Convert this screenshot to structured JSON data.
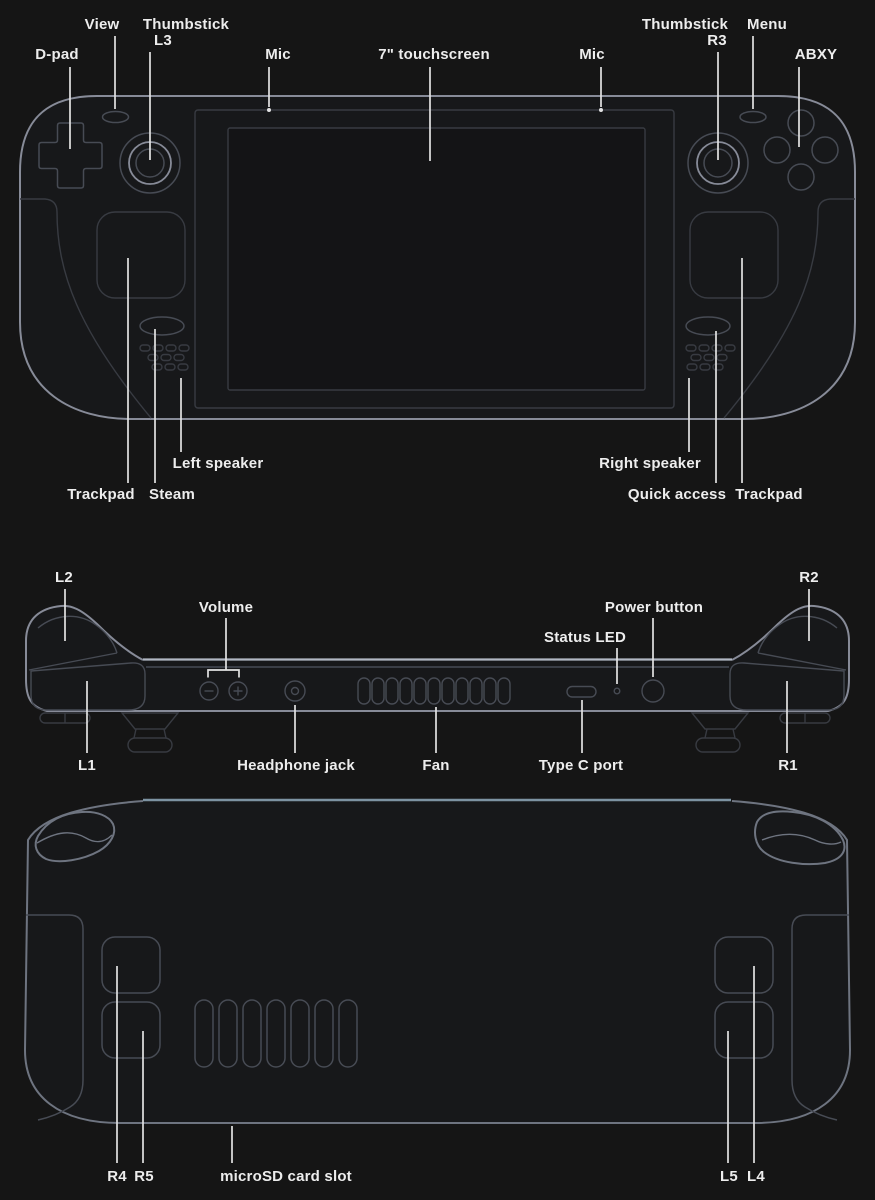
{
  "title": "Steam Deck hardware diagram",
  "colors": {
    "background": "#151515",
    "body_fill": "#17181a",
    "screen_fill": "#141416",
    "outline": "#878b98",
    "outline_back": "#6e7480",
    "highlight": "#b0b6c2",
    "highlight_back": "#7d93a2",
    "detail": "#474b54",
    "dim": "#383b42",
    "leader": "#e2e2e2",
    "label": "#ededed"
  },
  "labels": {
    "front": {
      "view": "View",
      "thumbstick_left": "Thumbstick",
      "l3": "L3",
      "dpad": "D-pad",
      "mic_left": "Mic",
      "touchscreen": "7\" touchscreen",
      "mic_right": "Mic",
      "thumbstick_right": "Thumbstick",
      "r3": "R3",
      "menu": "Menu",
      "abxy": "ABXY",
      "left_speaker": "Left speaker",
      "trackpad_left": "Trackpad",
      "steam": "Steam",
      "right_speaker": "Right speaker",
      "quick_access": "Quick access",
      "trackpad_right": "Trackpad"
    },
    "top_edge": {
      "l2": "L2",
      "volume": "Volume",
      "status_led": "Status LED",
      "power_button": "Power button",
      "r2": "R2",
      "l1": "L1",
      "headphone_jack": "Headphone jack",
      "fan": "Fan",
      "type_c": "Type C port",
      "r1": "R1"
    },
    "back": {
      "r4": "R4",
      "r5": "R5",
      "microsd": "microSD card slot",
      "l5": "L5",
      "l4": "L4"
    }
  }
}
